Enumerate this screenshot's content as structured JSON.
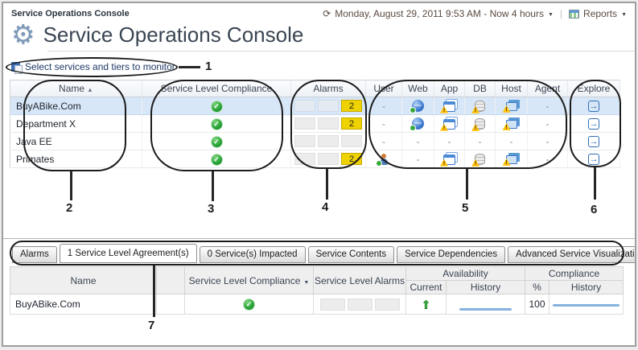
{
  "window": {
    "breadcrumb": "Service Operations Console",
    "time_range": "Monday, August 29, 2011 9:53 AM - Now 4 hours",
    "time_icon": "clock-forward-icon",
    "reports_label": "Reports",
    "separator": "|"
  },
  "header": {
    "title": "Service Operations Console",
    "icon": "gear-icon"
  },
  "toolbar": {
    "select_label": "Select services and tiers to monitor",
    "icon": "services-doc-icon"
  },
  "colors": {
    "compliance_green": "#23a034",
    "alarm_yellow": "#eed202",
    "selection_blue": "#d8e7f8",
    "sparkline_blue": "#85b2e0",
    "callout_black": "#1c1c1c",
    "explore_blue": "#2f6db5"
  },
  "table1": {
    "columns": [
      "Name",
      "Service Level Compliance",
      "Alarms",
      "User",
      "Web",
      "App",
      "DB",
      "Host",
      "Agent",
      "Explore"
    ],
    "sort": {
      "column": "Name",
      "direction": "asc"
    },
    "rows": [
      {
        "name": "BuyABike.Com",
        "selected": true,
        "compliance": "ok-check-icon",
        "alarms": "2",
        "user": "-",
        "web": "globe-online-icon",
        "app": "app-warning-icon",
        "db": "db-warning-icon",
        "host": "host-warning-icon",
        "agent": "-",
        "explore": "explore-icon"
      },
      {
        "name": "Department X",
        "selected": false,
        "compliance": "ok-check-icon",
        "alarms": "2",
        "user": "-",
        "web": "globe-online-icon",
        "app": "app-warning-icon",
        "db": "db-warning-icon",
        "host": "host-warning-icon",
        "agent": "-",
        "explore": "explore-icon"
      },
      {
        "name": "Java EE",
        "selected": false,
        "compliance": "ok-check-icon",
        "alarms": "",
        "user": "-",
        "web": "-",
        "app": "-",
        "db": "-",
        "host": "-",
        "agent": "-",
        "explore": "explore-icon"
      },
      {
        "name": "Primates",
        "selected": false,
        "compliance": "ok-check-icon",
        "alarms": "2",
        "user": "user-online-icon",
        "web": "-",
        "app": "app-warning-icon",
        "db": "db-warning-icon",
        "host": "host-warning-icon",
        "agent": "-",
        "explore": "explore-icon"
      }
    ]
  },
  "tabs": [
    {
      "label": "Alarms",
      "active": false
    },
    {
      "label": "1 Service Level Agreement(s)",
      "active": true
    },
    {
      "label": "0 Service(s) Impacted",
      "active": false
    },
    {
      "label": "Service Contents",
      "active": false
    },
    {
      "label": "Service Dependencies",
      "active": false
    },
    {
      "label": "Advanced Service Visualization",
      "active": false
    }
  ],
  "table2": {
    "headers": {
      "name": "Name",
      "slc": "Service Level Compliance",
      "sla": "Service Level Alarms",
      "availability": "Availability",
      "current": "Current",
      "history": "History",
      "percent": "%",
      "compliance": "Compliance",
      "compliance_history": "History"
    },
    "rows": [
      {
        "name": "BuyABike.Com",
        "compliance": "ok-check-icon",
        "alarms": "",
        "current": "up-arrow-icon",
        "availability_history": "flat-blue-line",
        "percent": "100",
        "compliance_history": "flat-blue-line-top"
      }
    ]
  },
  "callouts": {
    "n1": "1",
    "n2": "2",
    "n3": "3",
    "n4": "4",
    "n5": "5",
    "n6": "6",
    "n7": "7"
  }
}
